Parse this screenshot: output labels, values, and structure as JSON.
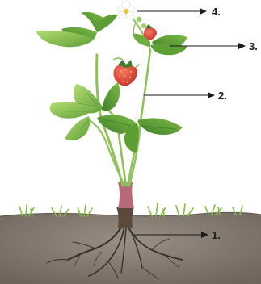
{
  "diagram": {
    "labels": [
      "1.",
      "2.",
      "3.",
      "4."
    ],
    "colors": {
      "soil": "#8f847a",
      "soil_dark": "#6f655c",
      "grass": "#7fbf3f",
      "leaf": "#6fae3e",
      "leaf_light": "#a9d46a",
      "leaf_dark": "#3f7d2a",
      "stem": "#8fc05a",
      "stem_base": "#b86a7a",
      "fruit": "#e2493a",
      "flower": "#ffffff",
      "root": "#3a2f27",
      "arrow": "#1a1a1a"
    }
  }
}
